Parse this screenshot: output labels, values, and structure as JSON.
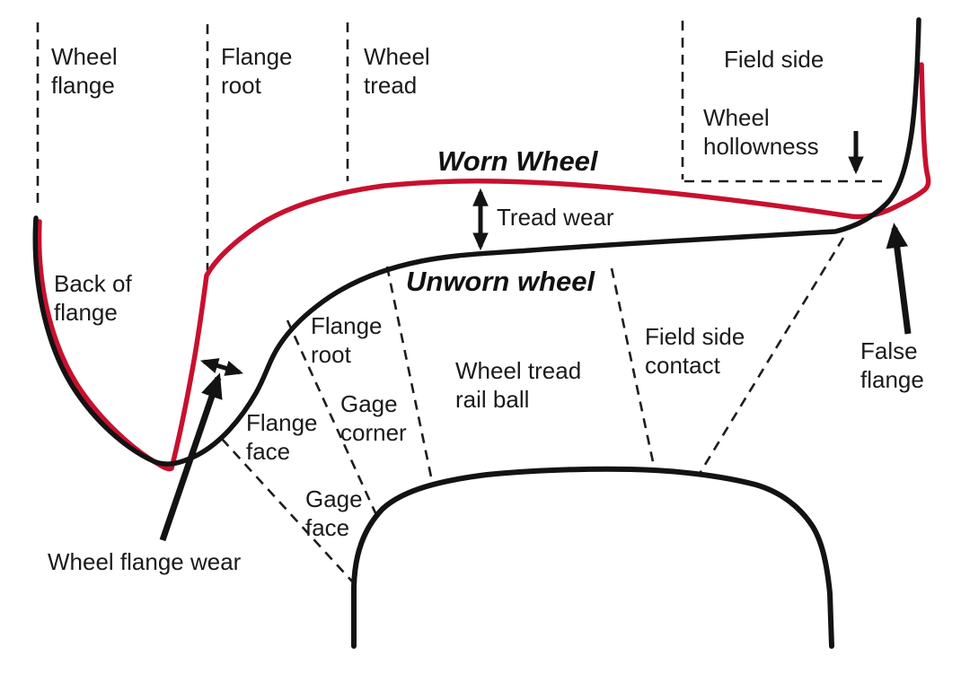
{
  "labels": {
    "wheel_flange": "Wheel\nflange",
    "flange_root_top": "Flange\nroot",
    "wheel_tread": "Wheel\ntread",
    "field_side": "Field side",
    "wheel_hollowness": "Wheel\nhollowness",
    "worn_wheel": "Worn Wheel",
    "tread_wear": "Tread wear",
    "unworn_wheel": "Unworn wheel",
    "back_of_flange": "Back of\nflange",
    "flange_root": "Flange\nroot",
    "gage_corner": "Gage\ncorner",
    "flange_face": "Flange\nface",
    "gage_face": "Gage\nface",
    "wheel_tread_rail_ball": "Wheel tread\nrail ball",
    "field_side_contact": "Field side\ncontact",
    "false_flange": "False\nflange",
    "wheel_flange_wear": "Wheel flange wear"
  },
  "colors": {
    "worn_wheel": "#C8102E",
    "unworn_wheel": "#131313",
    "text": "#1a1a1a",
    "background": "#ffffff"
  }
}
